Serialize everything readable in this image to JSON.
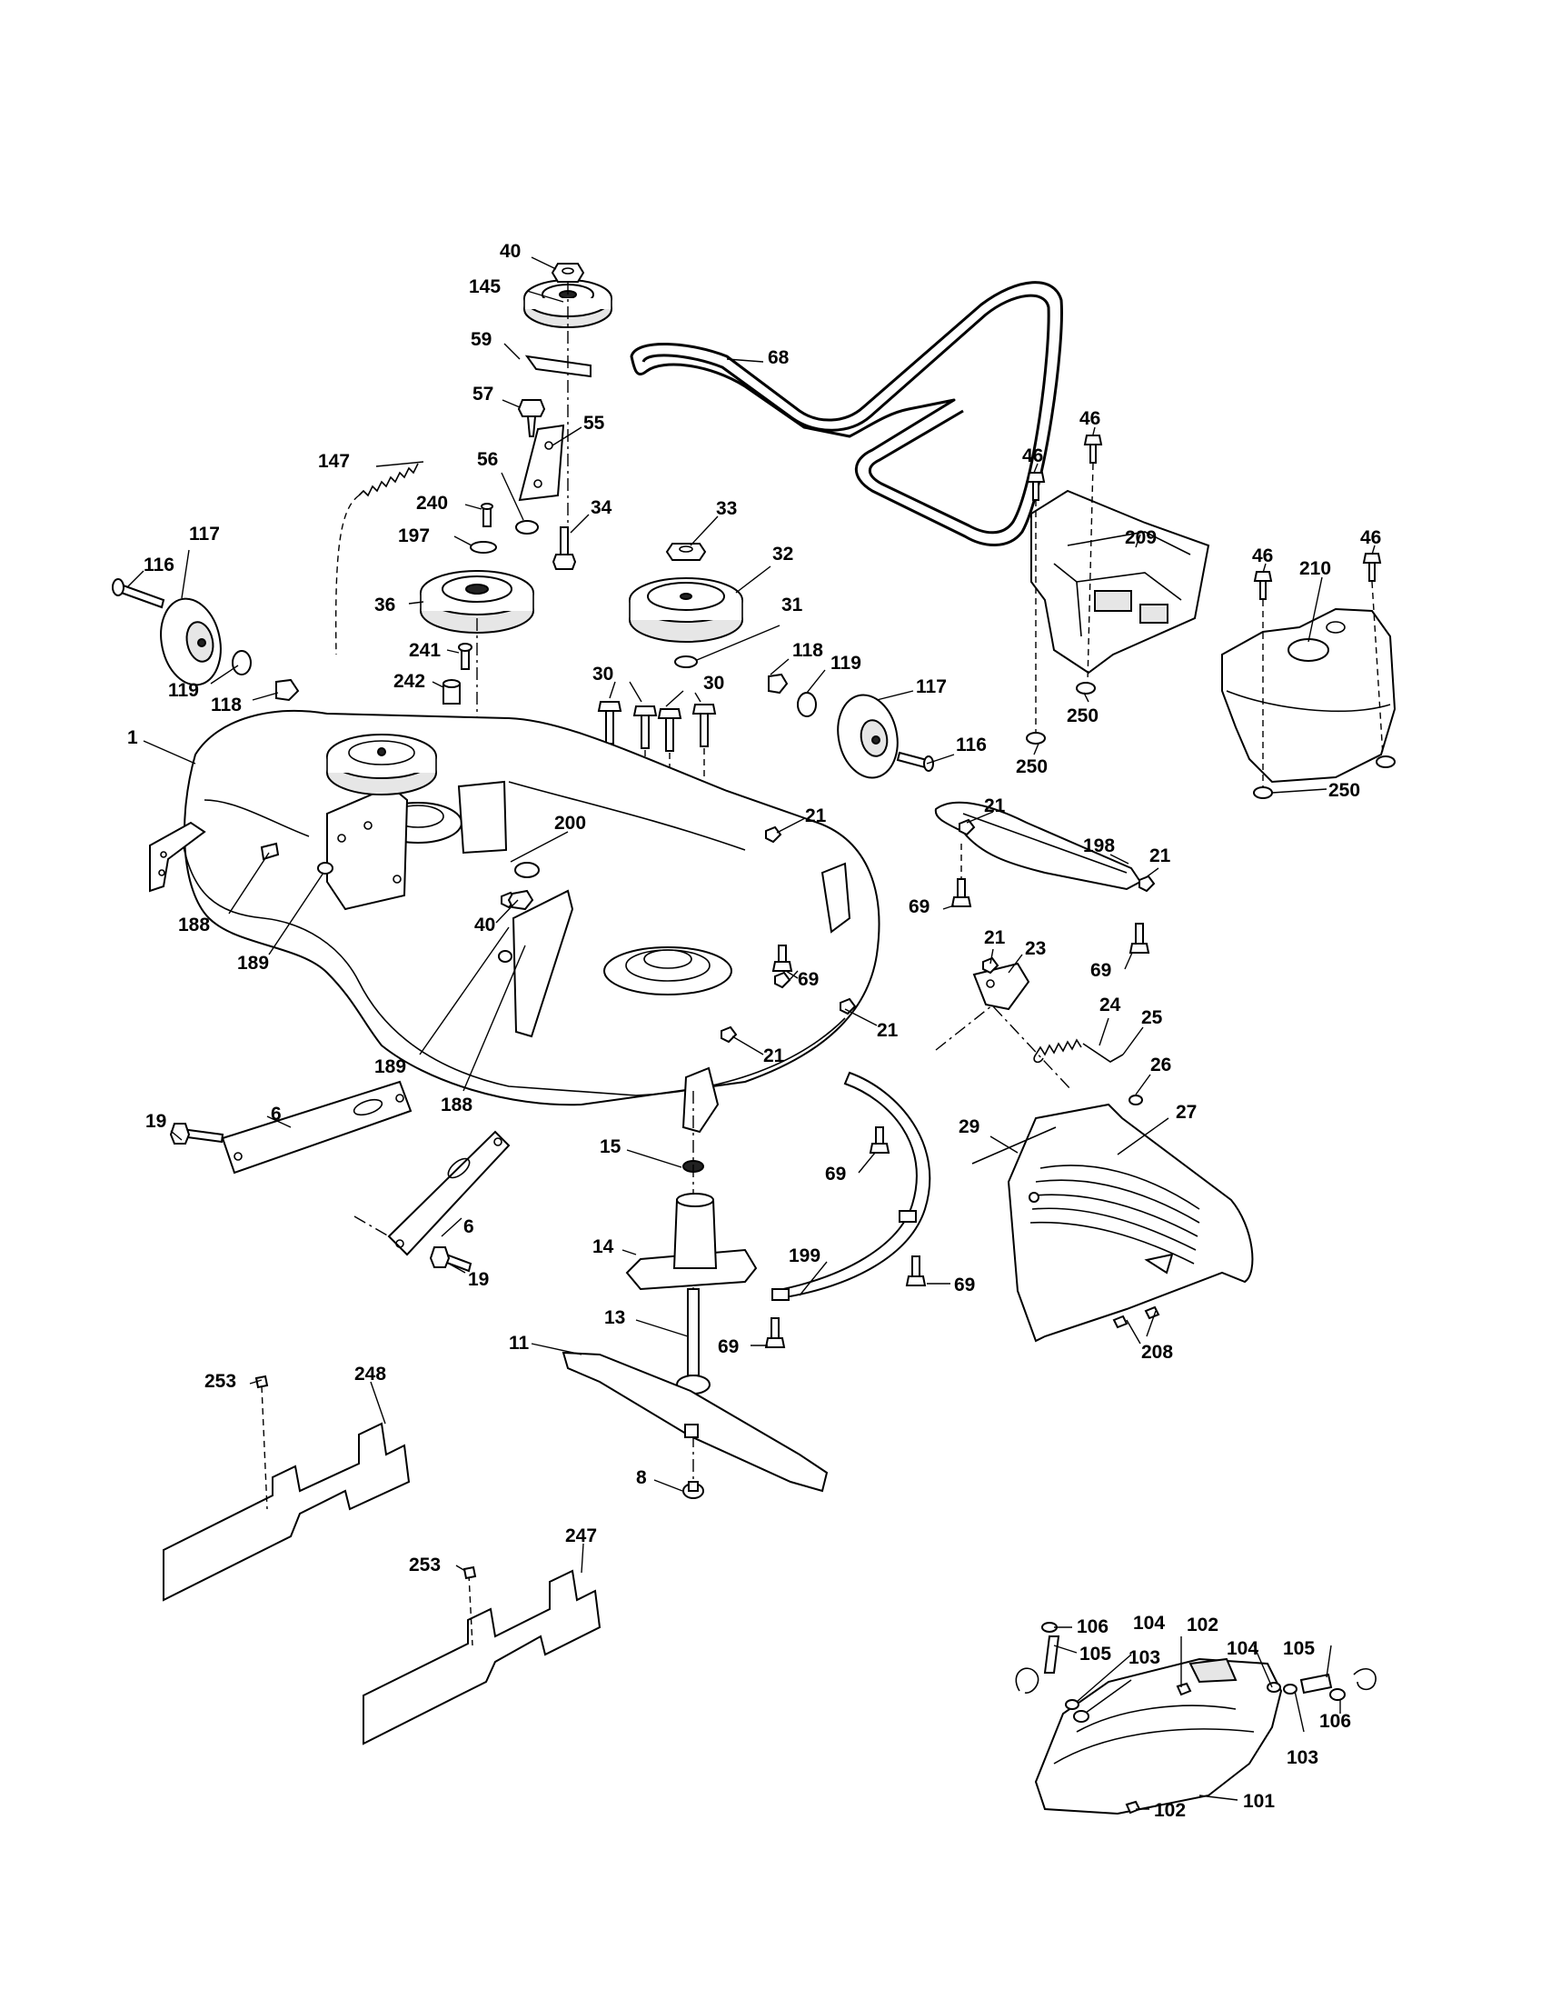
{
  "callouts": {
    "c1": "1",
    "c6a": "6",
    "c6b": "6",
    "c8": "8",
    "c11": "11",
    "c13": "13",
    "c14": "14",
    "c15": "15",
    "c19a": "19",
    "c19b": "19",
    "c21a": "21",
    "c21b": "21",
    "c21c": "21",
    "c21d": "21",
    "c21e": "21",
    "c21f": "21",
    "c23": "23",
    "c24": "24",
    "c25": "25",
    "c26": "26",
    "c27": "27",
    "c29": "29",
    "c30a": "30",
    "c30b": "30",
    "c31": "31",
    "c32": "32",
    "c33": "33",
    "c34": "34",
    "c36": "36",
    "c40a": "40",
    "c40b": "40",
    "c46a": "46",
    "c46b": "46",
    "c46c": "46",
    "c46d": "46",
    "c55": "55",
    "c56": "56",
    "c57": "57",
    "c59": "59",
    "c68": "68",
    "c69a": "69",
    "c69b": "69",
    "c69c": "69",
    "c69d": "69",
    "c69e": "69",
    "c69f": "69",
    "c101": "101",
    "c102a": "102",
    "c102b": "102",
    "c103a": "103",
    "c103b": "103",
    "c104a": "104",
    "c104b": "104",
    "c105a": "105",
    "c105b": "105",
    "c106a": "106",
    "c106b": "106",
    "c116a": "116",
    "c116b": "116",
    "c117a": "117",
    "c117b": "117",
    "c118a": "118",
    "c118b": "118",
    "c119a": "119",
    "c119b": "119",
    "c145": "145",
    "c147": "147",
    "c188a": "188",
    "c188b": "188",
    "c189a": "189",
    "c189b": "189",
    "c197": "197",
    "c198": "198",
    "c199": "199",
    "c200": "200",
    "c208": "208",
    "c209": "209",
    "c210": "210",
    "c240": "240",
    "c241": "241",
    "c242": "242",
    "c247": "247",
    "c248": "248",
    "c250a": "250",
    "c250b": "250",
    "c250c": "250",
    "c253a": "253",
    "c253b": "253"
  }
}
